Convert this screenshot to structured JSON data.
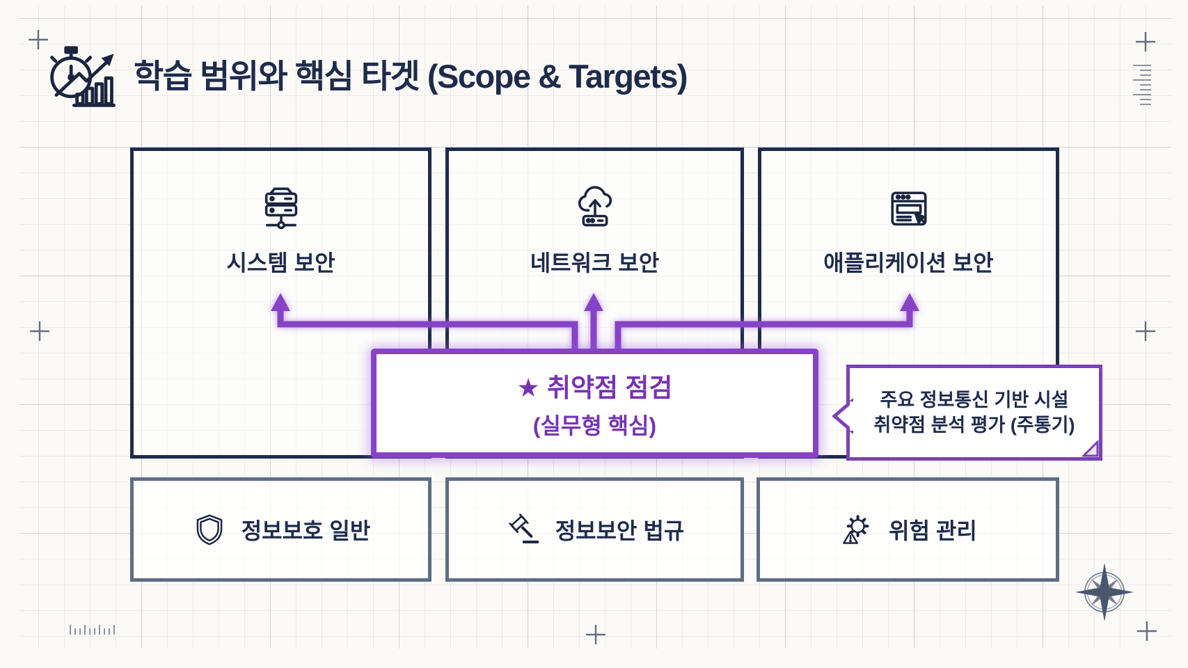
{
  "header": {
    "title": "학습 범위와 핵심 타겟 (Scope & Targets)",
    "icon": "stopwatch-growth-chart-icon"
  },
  "top_boxes": [
    {
      "label": "시스템 보안",
      "icon": "server-icon"
    },
    {
      "label": "네트워크 보안",
      "icon": "cloud-network-icon"
    },
    {
      "label": "애플리케이션 보안",
      "icon": "browser-window-cursor-icon"
    }
  ],
  "highlight_box": {
    "line1": "★ 취약점 점검",
    "line2": "(실무형 핵심)"
  },
  "callout": {
    "line1": "주요 정보통신 기반 시설",
    "line2": "취약점 분석 평가 (주통기)"
  },
  "bottom_boxes": [
    {
      "label": "정보보호 일반",
      "icon": "shield-icon"
    },
    {
      "label": "정보보안 법규",
      "icon": "gavel-icon"
    },
    {
      "label": "위험 관리",
      "icon": "gear-warning-icon"
    }
  ],
  "decorations": {
    "compass": "compass-rose-icon",
    "crosshair": "crosshair-mark"
  },
  "colors": {
    "navy": "#1e2b4b",
    "purple_text": "#7733b3",
    "purple_border": "#8743c6",
    "slate_border": "#5d6e84",
    "background": "#fbfaf7"
  }
}
